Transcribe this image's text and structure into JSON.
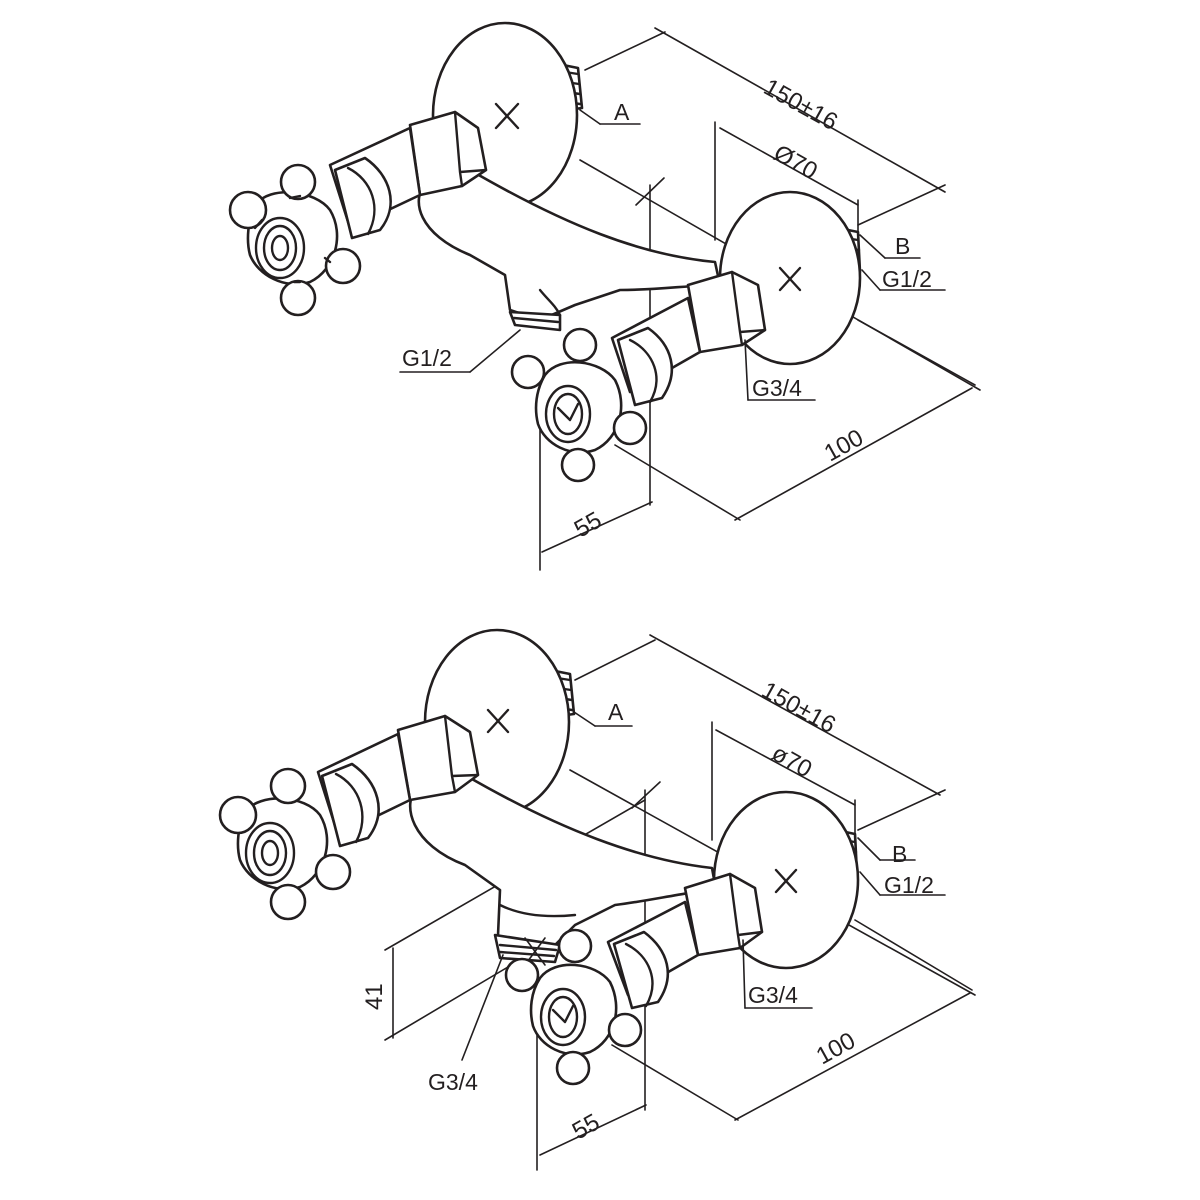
{
  "drawing_top": {
    "dim_overall_length": "150±16",
    "dim_flange_diameter": "Ø70",
    "dim_depth": "100",
    "dim_outlet_offset": "55",
    "label_a": "A",
    "label_b": "B",
    "label_inlet_thread": "G1/2",
    "label_outlet_thread": "G1/2",
    "label_valve_thread": "G3/4"
  },
  "drawing_bottom": {
    "dim_overall_length": "150±16",
    "dim_flange_diameter": "ø70",
    "dim_depth": "100",
    "dim_outlet_offset": "55",
    "dim_outlet_height": "41",
    "label_a": "A",
    "label_b": "B",
    "label_inlet_thread": "G1/2",
    "label_outlet_thread": "G3/4",
    "label_valve_thread": "G3/4"
  },
  "colors": {
    "ink": "#231f20",
    "paper": "#ffffff"
  }
}
